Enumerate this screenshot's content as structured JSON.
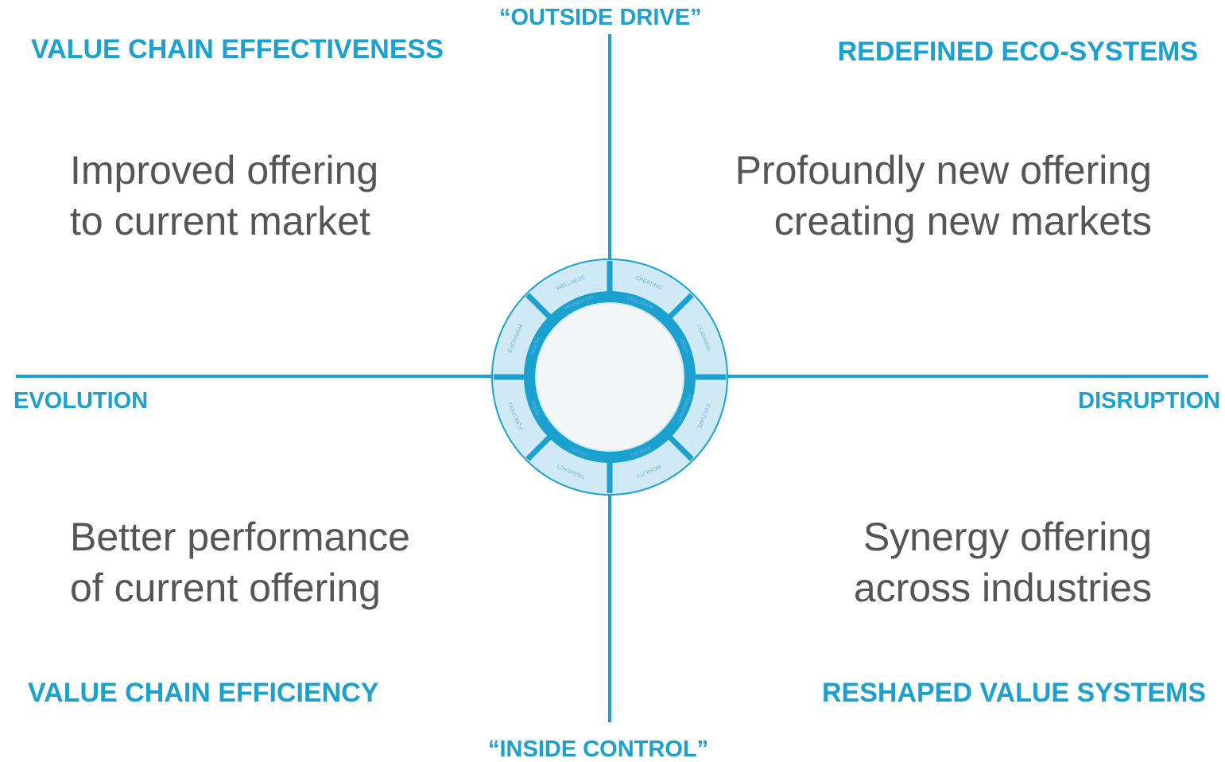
{
  "axes": {
    "top": "“OUTSIDE DRIVE”",
    "bottom": "“INSIDE CONTROL”",
    "left": "EVOLUTION",
    "right": "DISRUPTION"
  },
  "quadrants": {
    "top_left": {
      "heading": "VALUE CHAIN EFFECTIVENESS",
      "line1": "Improved offering",
      "line2": "to current market"
    },
    "top_right": {
      "heading": "REDEFINED ECO-SYSTEMS",
      "line1": "Profoundly new offering",
      "line2": "creating new markets"
    },
    "bottom_left": {
      "heading": "VALUE CHAIN EFFICIENCY",
      "line1": "Better performance",
      "line2": "of current offering"
    },
    "bottom_right": {
      "heading": "RESHAPED VALUE SYSTEMS",
      "line1": "Synergy offering",
      "line2": "across industries"
    }
  },
  "colors": {
    "accent": "#1ba1cf",
    "text": "#555555",
    "wheel_fill": "#cfe9f5",
    "wheel_center": "#f4f5f7"
  },
  "wheel": {
    "outer_labels": [
      "CREATING",
      "LEARNING",
      "CULTURE",
      "MOBILITY",
      "TRANSACT",
      "FUNCTION",
      "EXCHANGE",
      "WELLNESS"
    ],
    "inner_labels": [
      "EDUCATION",
      "MEDIA",
      "TRANSPORT",
      "BANKING",
      "UTILITY",
      "RETAIL",
      "HEALTH",
      "HOUSEHOLD"
    ]
  }
}
